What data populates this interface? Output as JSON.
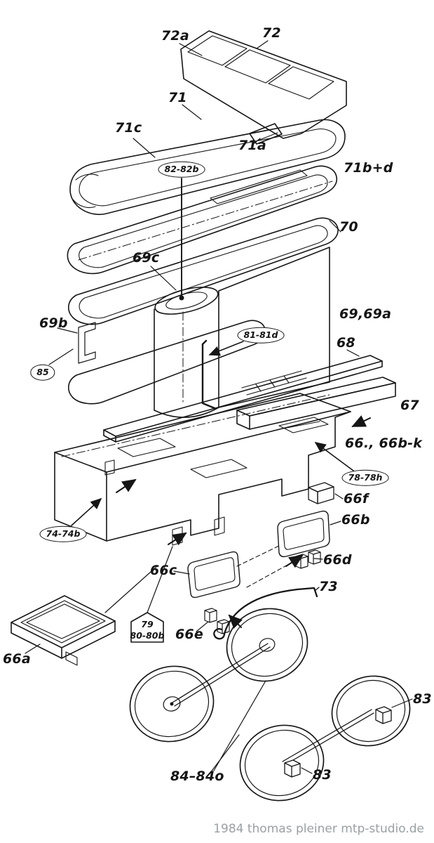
{
  "colors": {
    "ink": "#141414",
    "paper": "#ffffff",
    "watermark": "#9aa0a3"
  },
  "watermark": "1984 thomas pleiner mtp-studio.de",
  "labels": [
    {
      "id": "72a",
      "text": "72a"
    },
    {
      "id": "72",
      "text": "72"
    },
    {
      "id": "71",
      "text": "71"
    },
    {
      "id": "71c",
      "text": "71c"
    },
    {
      "id": "71a",
      "text": "71a"
    },
    {
      "id": "71b+d",
      "text": "71b+d"
    },
    {
      "id": "70",
      "text": "70"
    },
    {
      "id": "69c",
      "text": "69c"
    },
    {
      "id": "69-69a",
      "text": "69,69a"
    },
    {
      "id": "69b",
      "text": "69b"
    },
    {
      "id": "68",
      "text": "68"
    },
    {
      "id": "67",
      "text": "67"
    },
    {
      "id": "66-66bk",
      "text": "66., 66b-k"
    },
    {
      "id": "66f",
      "text": "66f"
    },
    {
      "id": "66b",
      "text": "66b"
    },
    {
      "id": "66d",
      "text": "66d"
    },
    {
      "id": "66c",
      "text": "66c"
    },
    {
      "id": "73",
      "text": "73"
    },
    {
      "id": "66e",
      "text": "66e"
    },
    {
      "id": "66a",
      "text": "66a"
    },
    {
      "id": "83-right",
      "text": "83"
    },
    {
      "id": "84-84o",
      "text": "84–84o"
    },
    {
      "id": "83-lower",
      "text": "83"
    }
  ],
  "callouts": [
    {
      "id": "82-82b",
      "text": "82-82b"
    },
    {
      "id": "81-81d",
      "text": "81-81d"
    },
    {
      "id": "85",
      "text": "85"
    },
    {
      "id": "78-78h",
      "text": "78-78h"
    },
    {
      "id": "74-74b",
      "text": "74-74b"
    }
  ],
  "plate": {
    "line1": "79",
    "line2": "80-80b"
  }
}
